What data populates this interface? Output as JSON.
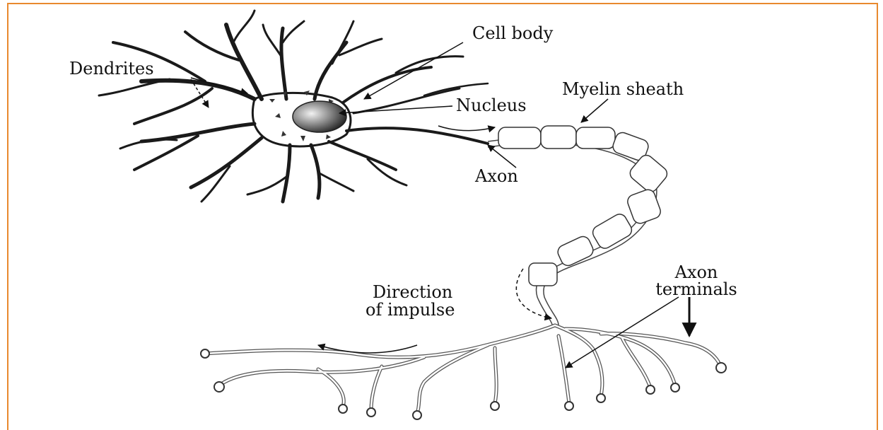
{
  "labels": {
    "cell_body": "Cell body",
    "dendrites": "Dendrites",
    "myelin_sheath": "Myelin sheath",
    "nucleus": "Nucleus",
    "axon": "Axon",
    "axon_terminals_1": "Axon",
    "axon_terminals_2": "terminals",
    "direction_1": "Direction",
    "direction_2": "of impulse"
  },
  "colors": {
    "frame": "#e8892e",
    "ink": "#111111"
  }
}
